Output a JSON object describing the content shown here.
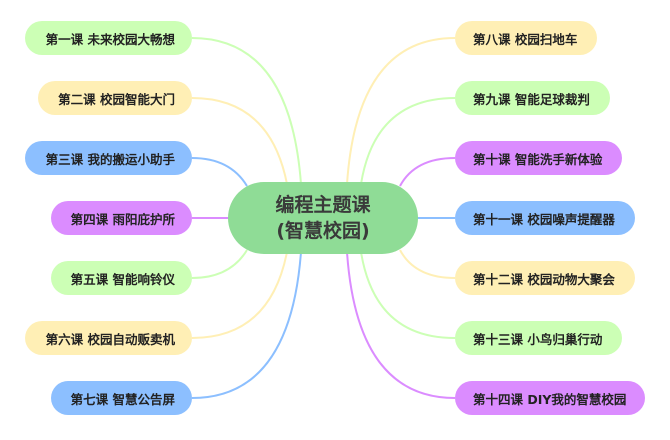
{
  "center": {
    "line1": "编程主题课",
    "line2": "(智慧校园)"
  },
  "left_lessons": [
    {
      "label": "第一课  未来校园大畅想",
      "color": "#ccffb5"
    },
    {
      "label": "第二课  校园智能大门",
      "color": "#ffefb5"
    },
    {
      "label": "第三课  我的搬运小助手",
      "color": "#8cbfff"
    },
    {
      "label": "第四课  雨阳庇护所",
      "color": "#db8cff"
    },
    {
      "label": "第五课  智能响铃仪",
      "color": "#ccffb5"
    },
    {
      "label": "第六课  校园自动贩卖机",
      "color": "#ffefb5"
    },
    {
      "label": "第七课  智慧公告屏",
      "color": "#8cbfff"
    }
  ],
  "right_lessons": [
    {
      "label": "第八课  校园扫地车",
      "color": "#ffefb5"
    },
    {
      "label": "第九课  智能足球裁判",
      "color": "#ccffb5"
    },
    {
      "label": "第十课  智能洗手新体验",
      "color": "#db8cff"
    },
    {
      "label": "第十一课  校园噪声提醒器",
      "color": "#8cbfff"
    },
    {
      "label": "第十二课  校园动物大聚会",
      "color": "#ffefb5"
    },
    {
      "label": "第十三课  小鸟归巢行动",
      "color": "#ccffb5"
    },
    {
      "label": "第十四课  DIY我的智慧校园",
      "color": "#db8cff"
    }
  ]
}
